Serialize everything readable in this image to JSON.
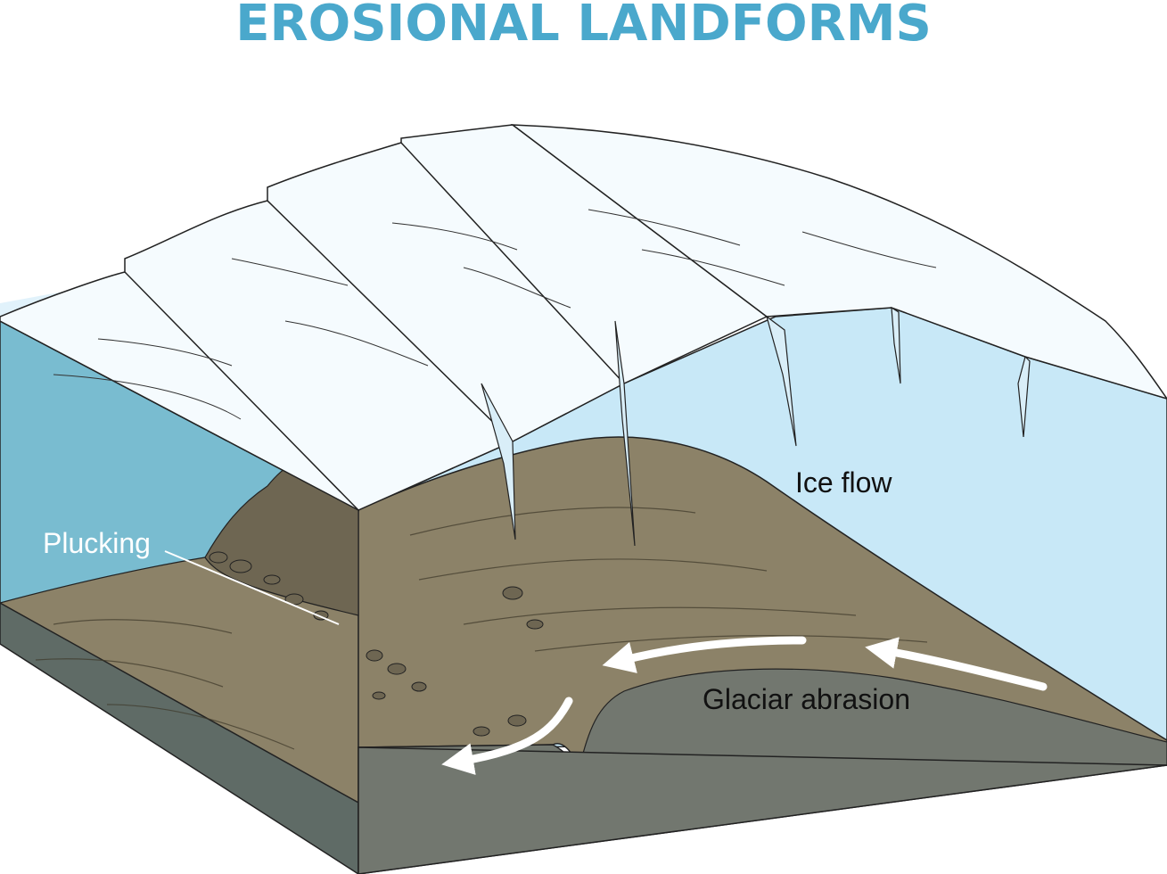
{
  "title": "EROSIONAL LANDFORMS",
  "labels": {
    "ice_flow": "Ice flow",
    "plucking": "Plucking",
    "glacial_abrasion": "Glaciar abrasion"
  },
  "colors": {
    "title": "#4aa8cc",
    "water_front": "#79bcd0",
    "ice_side": "#c8e8f7",
    "ice_top": "#f5fbfe",
    "ice_crevasse": "#d9eef8",
    "rock": "#8c8268",
    "rock_dark": "#6e6652",
    "bedrock_front": "#5f6b66",
    "bedrock_side": "#72776f",
    "label_light": "#ffffff",
    "label_dark": "#111111",
    "arrow": "#ffffff"
  },
  "icons": [
    "flow-arrow-icon"
  ]
}
